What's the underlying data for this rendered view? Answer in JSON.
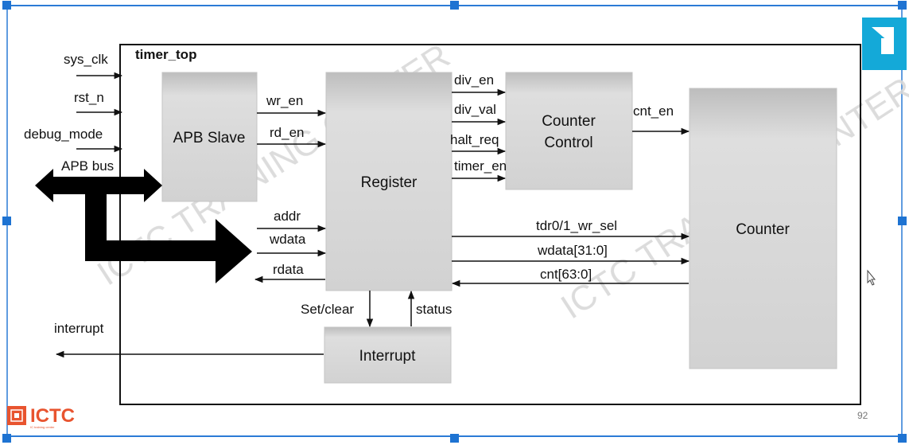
{
  "diagram": {
    "top_module": "timer_top",
    "inputs": {
      "sys_clk": "sys_clk",
      "rst_n": "rst_n",
      "debug_mode": "debug_mode",
      "apb_bus": "APB bus",
      "interrupt": "interrupt"
    },
    "blocks": {
      "apb_slave": "APB Slave",
      "register": "Register",
      "counter_control_line1": "Counter",
      "counter_control_line2": "Control",
      "counter": "Counter",
      "interrupt": "Interrupt"
    },
    "signals": {
      "wr_en": "wr_en",
      "rd_en": "rd_en",
      "addr": "addr",
      "wdata": "wdata",
      "rdata": "rdata",
      "div_en": "div_en",
      "div_val": "div_val",
      "halt_req": "halt_req",
      "timer_en": "timer_en",
      "cnt_en": "cnt_en",
      "tdr_wr_sel": "tdr0/1_wr_sel",
      "wdata_bus": "wdata[31:0]",
      "cnt_bus": "cnt[63:0]",
      "set_clear": "Set/clear",
      "status": "status"
    },
    "watermark": "ICTC TRAINING CENTER"
  },
  "footer": {
    "logo_text": "ICTC",
    "logo_subtext": "IC training center",
    "page_number": "92"
  },
  "colors": {
    "block_fill": "#d3d3d3",
    "selection_handle": "#1e73d2",
    "logo": "#e8542f",
    "corner_icon": "#12a8d6"
  }
}
